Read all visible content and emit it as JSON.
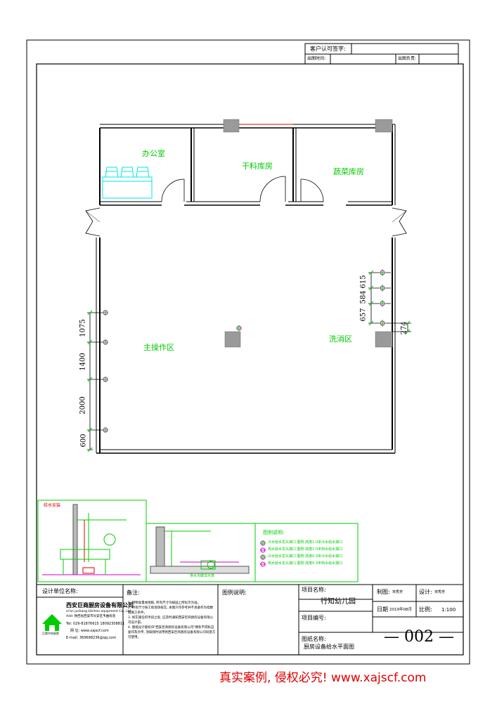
{
  "header": {
    "client_sign_label": "客户认可签字:",
    "drawing_time_label": "出图时间:",
    "drawing_person_label": "出图负责:"
  },
  "rooms": {
    "office": "办公室",
    "dry_store": "干料库房",
    "veg_store": "蔬菜库房",
    "main_area": "主操作区",
    "wash_area": "洗消区"
  },
  "dimensions": {
    "left": [
      "1075",
      "1400",
      "2000",
      "600"
    ],
    "right": [
      "615",
      "584",
      "657",
      "274"
    ]
  },
  "details": {
    "detail1_title": "给水安装",
    "detail2_caption": "排水沟做法示意",
    "legend_title": "图例说明:",
    "legend_rows": [
      "冷水给水龙头接口   图例 高度1.0米冷水给水接口",
      "热水给水龙头接口   图例 高度1.0米热水给水接口",
      "冷水给水龙头接口   图例 高度0.3米冷水给水接口",
      "热水给水龙头接口   图例 高度0.3米热水给水接口"
    ]
  },
  "title_block": {
    "design_unit_label": "设计单位名称:",
    "company_name": "西安巨商厨房设备有限公司",
    "company_en": "xi'an jushang kitchen equipment Co., Ltd.",
    "address": "Add: 陕西省西安市长安区韦曲街道",
    "tel": "Tel: 029-81876615    18092308811",
    "website_label": "网  址: www.xajscf.com",
    "email": "E-mail: 369698236@qq.com",
    "logo_caption": "巨商中央厨房",
    "remarks_label": "备注:",
    "remarks": [
      "1. 物物发量本图纸, 所有尺寸均按国上所标示为准。",
      "2. 所有尺寸按工地现场核实, 本图只作参考并不具备作为指数据施工条件。",
      "3. 如实施任何手段之处, 应及时通知西安巨商厨房设备有限公司设计部。",
      "4. 图纸设计版权归\"西安巨商厨房设备有限公司\"拥有不得私自复印及外传, 须知随时试用例西安巨商厨房设备有限公司同意方可使用。"
    ],
    "legend_desc_label": "图例说明:",
    "project_name_label": "项目名称:",
    "project_name": "行知幼儿园",
    "project_no_label": "项目编号:",
    "drawing_name_label": "图纸名称:",
    "drawing_name": "厨房设备给水平面图",
    "drafter_label": "制图:",
    "drafter": "宋秀芳",
    "designer_label": "设计:",
    "designer": "宋秀芳",
    "date_label": "日期",
    "date_value": "2019年08月",
    "scale_label": "比例:",
    "scale_value": "1:100",
    "sheet_no": "— 002 —"
  },
  "footer": {
    "notice": "真实案例, 侵权必究!  www.xajscf.com"
  },
  "colors": {
    "wall": "#000000",
    "text_green": "#00cc00",
    "fixture_cyan": "#00e5e5",
    "column_gray": "#9a9a9a",
    "point_magenta": "#cc00cc",
    "red": "#e00000"
  }
}
